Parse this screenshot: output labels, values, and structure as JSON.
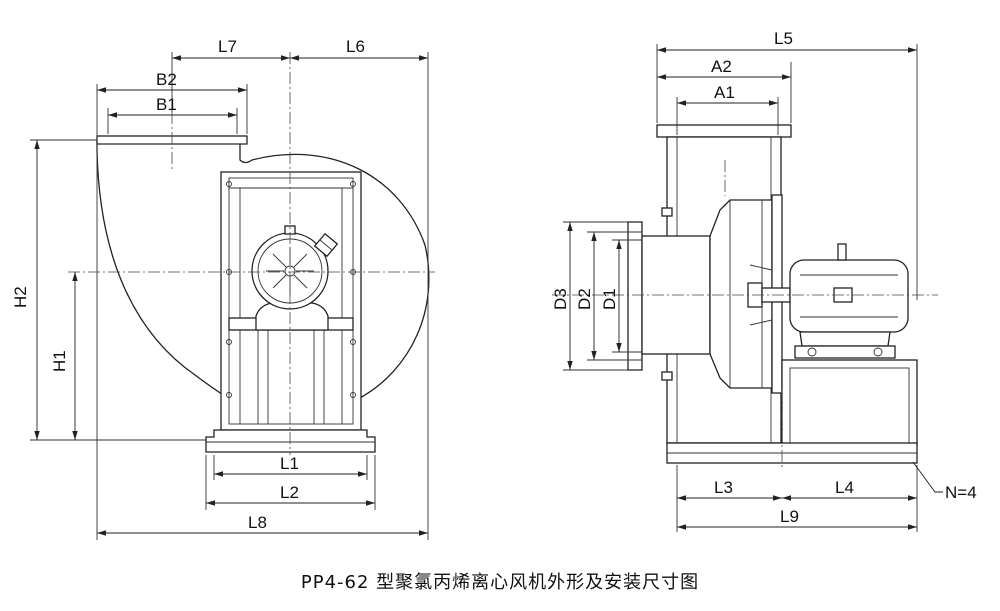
{
  "caption": "PP4-62 型聚氯丙烯离心风机外形及安装尺寸图",
  "labels": {
    "L1": "L1",
    "L2": "L2",
    "L3": "L3",
    "L4": "L4",
    "L5": "L5",
    "L6": "L6",
    "L7": "L7",
    "L8": "L8",
    "L9": "L9",
    "A1": "A1",
    "A2": "A2",
    "B1": "B1",
    "B2": "B2",
    "D1": "D1",
    "D2": "D2",
    "D3": "D3",
    "H1": "H1",
    "H2": "H2",
    "N": "N=4"
  }
}
